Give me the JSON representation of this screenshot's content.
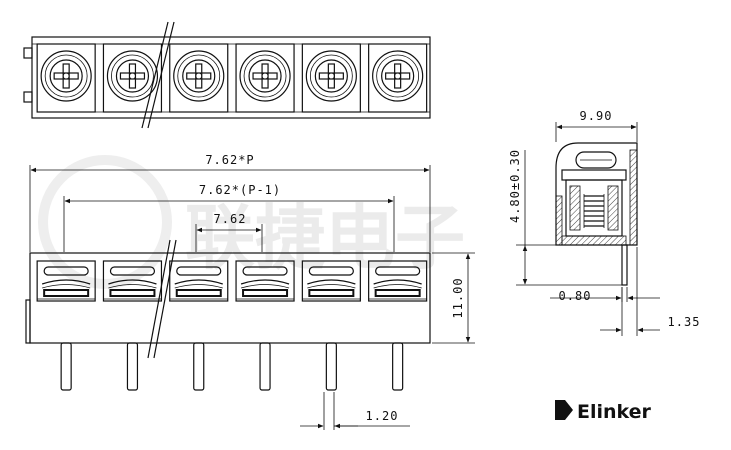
{
  "dimensions": {
    "overall_length": "7.62*P",
    "pin_span": "7.62*(P-1)",
    "pitch": "7.62",
    "height": "11.00",
    "pin_width": "1.20",
    "side_depth": "9.90",
    "pin_offset": "4.80±0.30",
    "pin_thickness": "0.80",
    "pin_extension": "1.35"
  },
  "brand": {
    "name": "Elinker"
  },
  "watermark": {
    "text": "联捷电子"
  },
  "colors": {
    "ink": "#111111",
    "background": "#ffffff",
    "watermark": "#d8d8d8"
  },
  "drawing": {
    "positions": 6
  }
}
